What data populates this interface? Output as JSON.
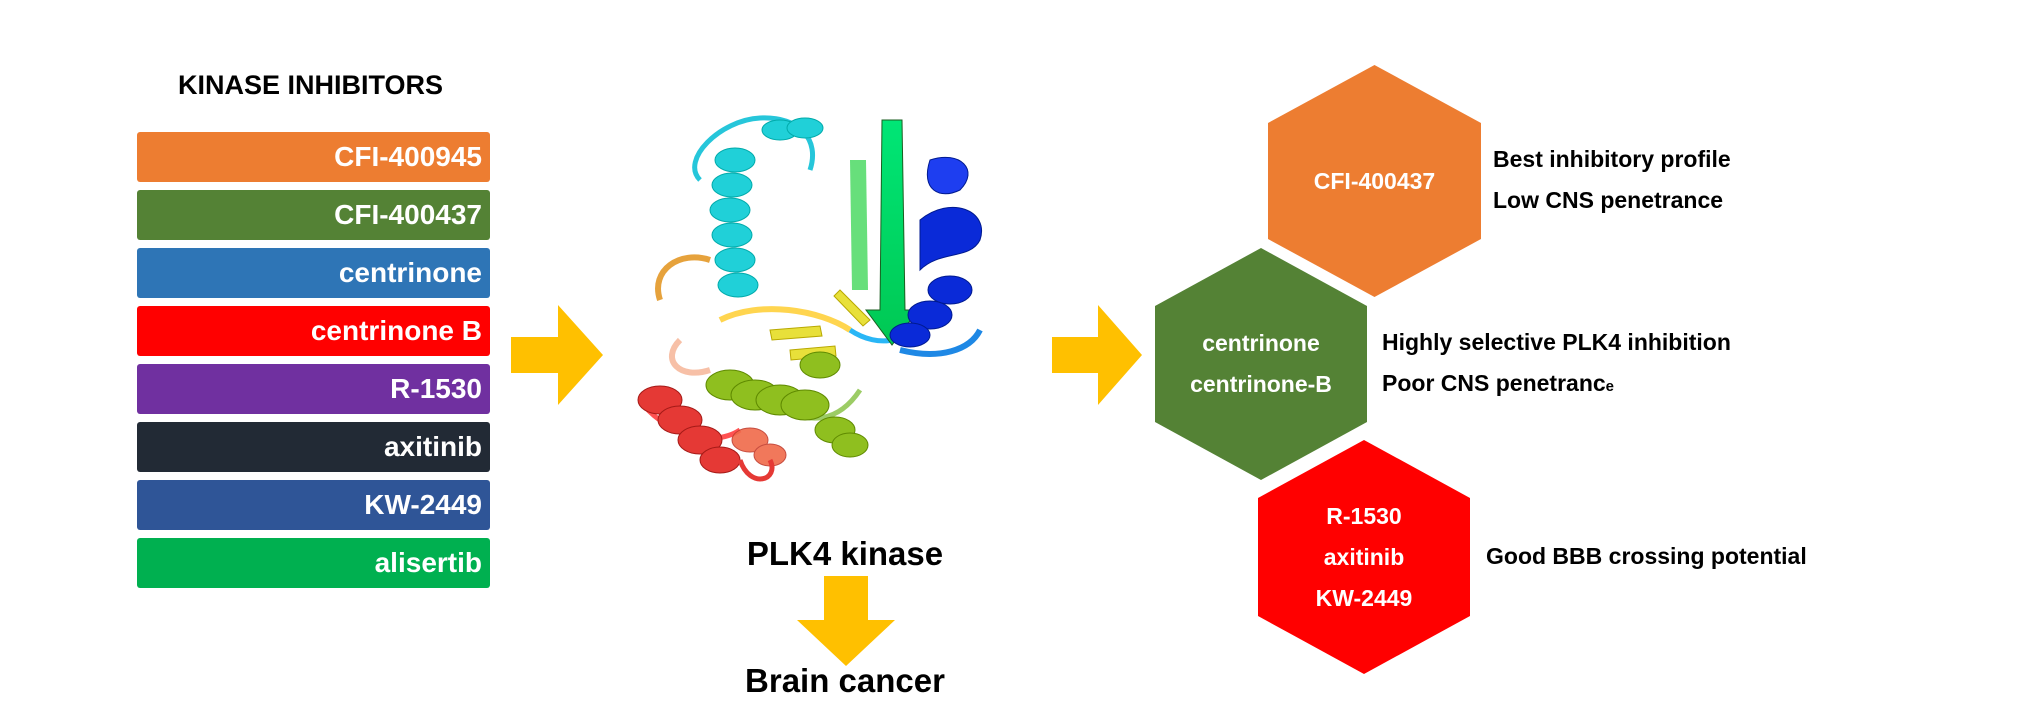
{
  "inhibitors_title": "KINASE INHIBITORS",
  "inhibitors": [
    {
      "label": "CFI-400945",
      "color": "#ED7D31"
    },
    {
      "label": "CFI-400437",
      "color": "#548235"
    },
    {
      "label": "centrinone",
      "color": "#2E75B6"
    },
    {
      "label": "centrinone B",
      "color": "#FF0000"
    },
    {
      "label": "R-1530",
      "color": "#7030A0"
    },
    {
      "label": "axitinib",
      "color": "#222A35"
    },
    {
      "label": "KW-2449",
      "color": "#2F5597"
    },
    {
      "label": "alisertib",
      "color": "#00B050"
    }
  ],
  "arrow_color": "#FFC000",
  "protein_label": "PLK4 kinase",
  "outcome_label": "Brain cancer",
  "hexagons": [
    {
      "color": "#ED7D31",
      "lines": [
        "CFI-400437"
      ],
      "desc": [
        "Best inhibitory profile",
        "Low CNS penetrance"
      ]
    },
    {
      "color": "#548235",
      "lines": [
        "centrinone",
        "centrinone-B"
      ],
      "desc": [
        "Highly selective PLK4 inhibition",
        "Poor CNS penetrance"
      ]
    },
    {
      "color": "#FF0000",
      "lines": [
        "R-1530",
        "axitinib",
        "KW-2449"
      ],
      "desc": [
        "Good BBB crossing potential"
      ]
    }
  ]
}
